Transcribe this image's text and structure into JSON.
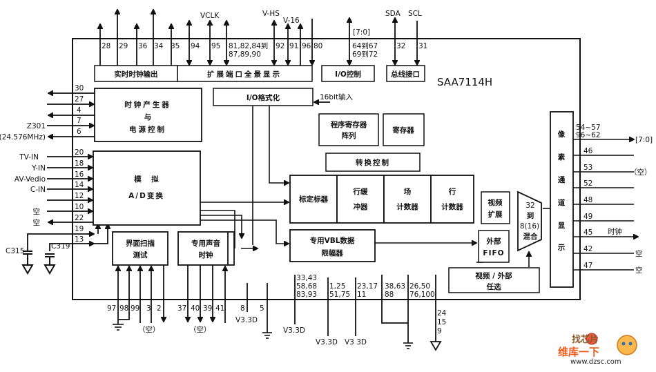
{
  "chip": {
    "name": "SAA7114H"
  },
  "top_signals": {
    "vclk": "VCLK",
    "vhs": "V-HS",
    "v16": "V-16",
    "io_bus": "[7:0]",
    "sda": "SDA",
    "scl": "SCL"
  },
  "top_pins": {
    "p28": "28",
    "p29": "29",
    "p36": "36",
    "p34": "34",
    "p35": "35",
    "p94": "94",
    "p95": "95",
    "p81_line1": "81,82,84到",
    "p81_line2": "87,89,90",
    "p92": "92",
    "p91": "91",
    "p96": "96",
    "p80": "80",
    "p64_line1": "64到67",
    "p64_line2": "69到72",
    "p32": "32",
    "p31": "31"
  },
  "blocks": {
    "rtc_out": "实时时钟输出",
    "expansion_port": "扩展端口全景显示",
    "io_control": "I/O控制",
    "bus_interface": "总线接口",
    "clock_gen_line1": "时钟产生器",
    "clock_gen_line2": "与",
    "clock_gen_line3": "电源控制",
    "io_format": "I/O格式化",
    "input_16bit": "16bit输入",
    "prog_reg_line1": "程序寄存器",
    "prog_reg_line2": "阵列",
    "register": "寄存器",
    "conv_ctrl": "转换控制",
    "analog_line1": "模    拟",
    "analog_line2": "A/D变换",
    "scaler": "标定标器",
    "line_buf_line1": "行缓",
    "line_buf_line2": "冲器",
    "field_cnt_line1": "场",
    "field_cnt_line2": "计数器",
    "line_cnt_line1": "行",
    "line_cnt_line2": "计数器",
    "video_exp_line1": "视频",
    "video_exp_line2": "扩展",
    "mux_line1": "32",
    "mux_line2": "到",
    "mux_line3": "8(16)",
    "mux_line4": "混合",
    "pixel_port": [
      "像",
      "素",
      "通",
      "道",
      "显",
      "示"
    ],
    "boundary_scan_line1": "界面扫描",
    "boundary_scan_line2": "测试",
    "audio_clk_line1": "专用声音",
    "audio_clk_line2": "时钟",
    "vbi_line1": "专用VBL数据",
    "vbi_line2": "限幅器",
    "ext_fifo_line1": "外部",
    "ext_fifo_line2": "FIFO",
    "video_sel_line1": "视频 / 外部",
    "video_sel_line2": "任选"
  },
  "left_pins": {
    "p30": "30",
    "p27": "27",
    "p4": "4",
    "p7": "7",
    "p6": "6",
    "p20": "20",
    "p18": "18",
    "p16": "16",
    "p14": "14",
    "p12": "12",
    "p10": "10",
    "p22": "22",
    "p19": "19",
    "p13": "13"
  },
  "left_signals": {
    "z301": "Z301",
    "crystal_freq": "(24.576MHz)",
    "tv_in": "TV-IN",
    "y_in": "Y-IN",
    "av_video": "AV-Vedio",
    "c_in": "C-IN",
    "nc1": "空",
    "nc2": "空",
    "c315": "C315",
    "c319": "C319"
  },
  "right_pins": {
    "p54_line1": "54~57",
    "p54_line2": "96~62",
    "p46": "46",
    "p53": "53",
    "p52": "52",
    "p48": "48",
    "p49": "49",
    "p45": "45",
    "p42": "42",
    "p47": "47"
  },
  "right_signals": {
    "out_bus": "[7:0]",
    "nc_group": "（空）",
    "clock": "时钟",
    "nc42": "空",
    "nc47": "空"
  },
  "bottom_pins": {
    "p97": "97",
    "p98": "98",
    "p99": "99",
    "p3": "3",
    "p2": "2",
    "p37": "37",
    "p40": "40",
    "p39": "39",
    "p41": "41",
    "p8": "8",
    "p5": "5",
    "pa_line1": "33,43",
    "pa_line2": "58,68",
    "pa_line3": "83,93",
    "pb_line1": "1,25",
    "pb_line2": "51,75",
    "pc_line1": "23,17",
    "pc_line2": "11",
    "pd_line1": "38,63",
    "pd_line2": "88",
    "pe_line1": "26,50",
    "pe_line2": "76,100",
    "pf_line1": "24",
    "pf_line2": "15",
    "pf_line3": "9"
  },
  "bottom_signals": {
    "nc_scan": "（空）",
    "nc_audio": "（空）",
    "v33_1": "V3.3D",
    "v33_2": "V3.3D",
    "v33_3": "V3.3D",
    "v33_4": "V3 3D"
  },
  "watermark": {
    "line1": "找芯片",
    "line2": "维库一下",
    "url": "www.dzsc.com"
  }
}
